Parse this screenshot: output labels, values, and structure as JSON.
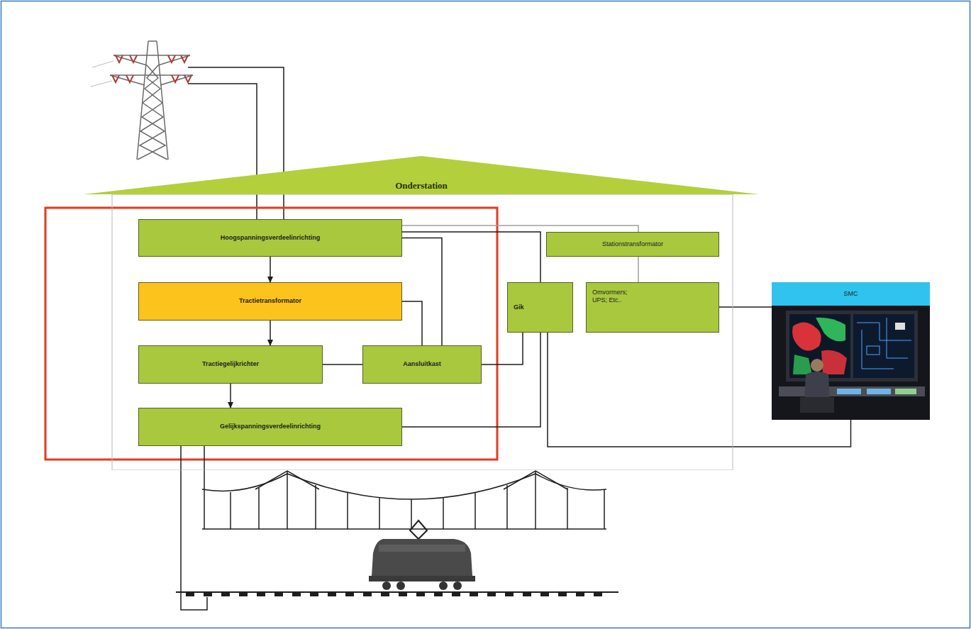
{
  "diagram": {
    "nodes": [
      {
        "text": [
          "Onderstation"
        ]
      },
      {
        "text": [
          "Hoogspanningsverdeelinrichting"
        ],
        "in": 0
      },
      {
        "text": [
          "Tractietransformator"
        ],
        "in": 0
      },
      {
        "text": [
          "Tractiegelijkrichter"
        ],
        "in": 0
      },
      {
        "text": [
          "Aansluitkast"
        ],
        "in": 0
      },
      {
        "text": [
          "Gelijkspanningsverdeelinrichting"
        ],
        "in": 0
      },
      {
        "text": [
          "Stationstransformator"
        ],
        "in": 0
      },
      {
        "text": [
          "Gik"
        ],
        "in": 0
      },
      {
        "text": [
          "Omvormers; UPS; Etc.."
        ],
        "in": 0
      },
      {
        "text": [
          "SMC"
        ]
      }
    ],
    "edges": [
      {
        "from": 1,
        "to": 2,
        "arrow": "to"
      },
      {
        "from": 2,
        "to": 3,
        "arrow": "to"
      },
      {
        "from": 3,
        "to": 5,
        "arrow": "to"
      },
      {
        "from": 3,
        "to": 4,
        "arrow": "none"
      },
      {
        "from": 2,
        "to": 4,
        "arrow": "none"
      },
      {
        "from": 1,
        "to": 4,
        "arrow": "none"
      },
      {
        "from": 4,
        "to": 7,
        "arrow": "none"
      },
      {
        "from": 1,
        "to": 7,
        "arrow": "none"
      },
      {
        "from": 5,
        "to": 7,
        "arrow": "none"
      },
      {
        "from": 1,
        "to": 6,
        "arrow": "none"
      },
      {
        "from": 6,
        "to": 8,
        "arrow": "none"
      },
      {
        "from": 8,
        "to": 9,
        "arrow": "none"
      },
      {
        "from": 7,
        "to": 9,
        "arrow": "none"
      }
    ]
  }
}
